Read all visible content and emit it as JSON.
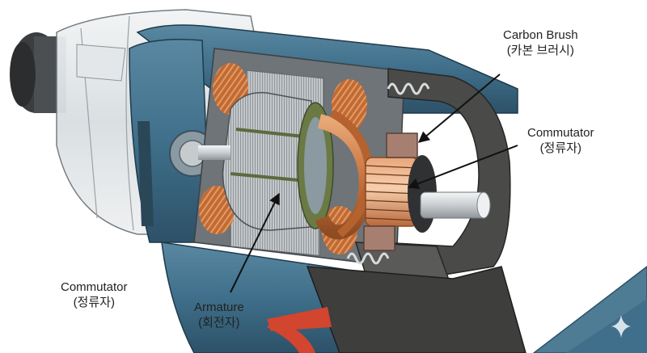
{
  "diagram": {
    "subject": "Cordless drill cutaway showing brushed DC motor",
    "labels": [
      {
        "id": "carbon-brush",
        "en": "Carbon Brush",
        "ko": "(카본 브러시)"
      },
      {
        "id": "commutator-right",
        "en": "Commutator",
        "ko": "(정류자)"
      },
      {
        "id": "commutator-left",
        "en": "Commutator",
        "ko": "(정류자)"
      },
      {
        "id": "armature",
        "en": "Armature",
        "ko": "(회전자)"
      }
    ],
    "parts": [
      "chuck",
      "gear housing (transparent)",
      "motor housing",
      "stator laminations",
      "field windings",
      "armature core",
      "commutator",
      "carbon brushes",
      "brush springs",
      "shaft",
      "rear end cap",
      "handle",
      "trigger"
    ],
    "colors": {
      "housing_blue": "#3f6f8a",
      "housing_blue_dark": "#2d5168",
      "copper": "#c8743f",
      "steel": "#b9bec2",
      "dark_plastic": "#4a4a48",
      "trigger_red": "#d2452e",
      "brush": "#a77f70",
      "label_text": "#222222"
    },
    "watermark_icon": "sparkle-icon"
  }
}
